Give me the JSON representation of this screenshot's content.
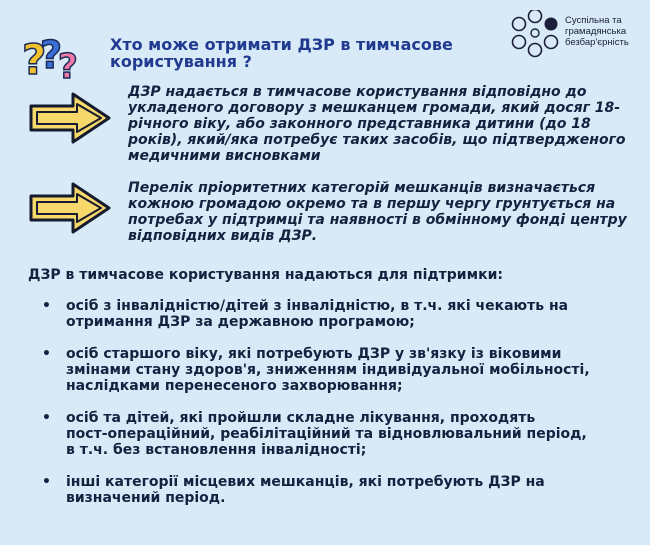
{
  "header": {
    "title": "Хто може отримати ДЗР в тимчасове користування ?",
    "logo_text": "Суспільна та грамадянська безбар'єрність",
    "icon": "question-marks-icon",
    "logo_icon": "dots-logo-icon"
  },
  "blocks": [
    {
      "icon": "right-arrow-icon",
      "text": "ДЗР надається в тимчасове користування відповідно до укладеного договору з мешканцем громади, який досяг 18-річного віку, або законного представника дитини (до 18 років), який/яка потребує таких засобів, що підтвердженого медичними висновками"
    },
    {
      "icon": "right-arrow-icon",
      "text": "Перелік пріоритетних категорій мешканців визначається кожною громадою окремо та в першу чергу грунтується на потребах у підтримці та наявності в обмінному фонді центру відповідних видів ДЗР."
    }
  ],
  "lead": "ДЗР в тимчасове користування надаються для підтримки:",
  "bullets": [
    {
      "dot": "•",
      "text": "осіб з інвалідністю/дітей з інвалідністю,  в т.ч. які чекають на\nотримання ДЗР за державною програмою;"
    },
    {
      "dot": "•",
      "text": "осіб старшого віку, які потребують ДЗР у зв'язку із віковими\nзмінами стану здоров'я, зниженням індивідуальної мобільності,\nнаслідками перенесеного захворювання;"
    },
    {
      "dot": "•",
      "text": "осіб та дітей, які пройшли складне лікування, проходять\nпост-операційний, реабілітаційний та відновлювальний період,\nв т.ч. без встановлення інвалідності;"
    },
    {
      "dot": "•",
      "text": "інші категорії місцевих мешканців, які потребують ДЗР на\nвизначений період."
    }
  ],
  "colors": {
    "background": "#d8e9f7",
    "title": "#1f3a8f",
    "arrow": "#f7d86a",
    "text": "#14213f"
  }
}
